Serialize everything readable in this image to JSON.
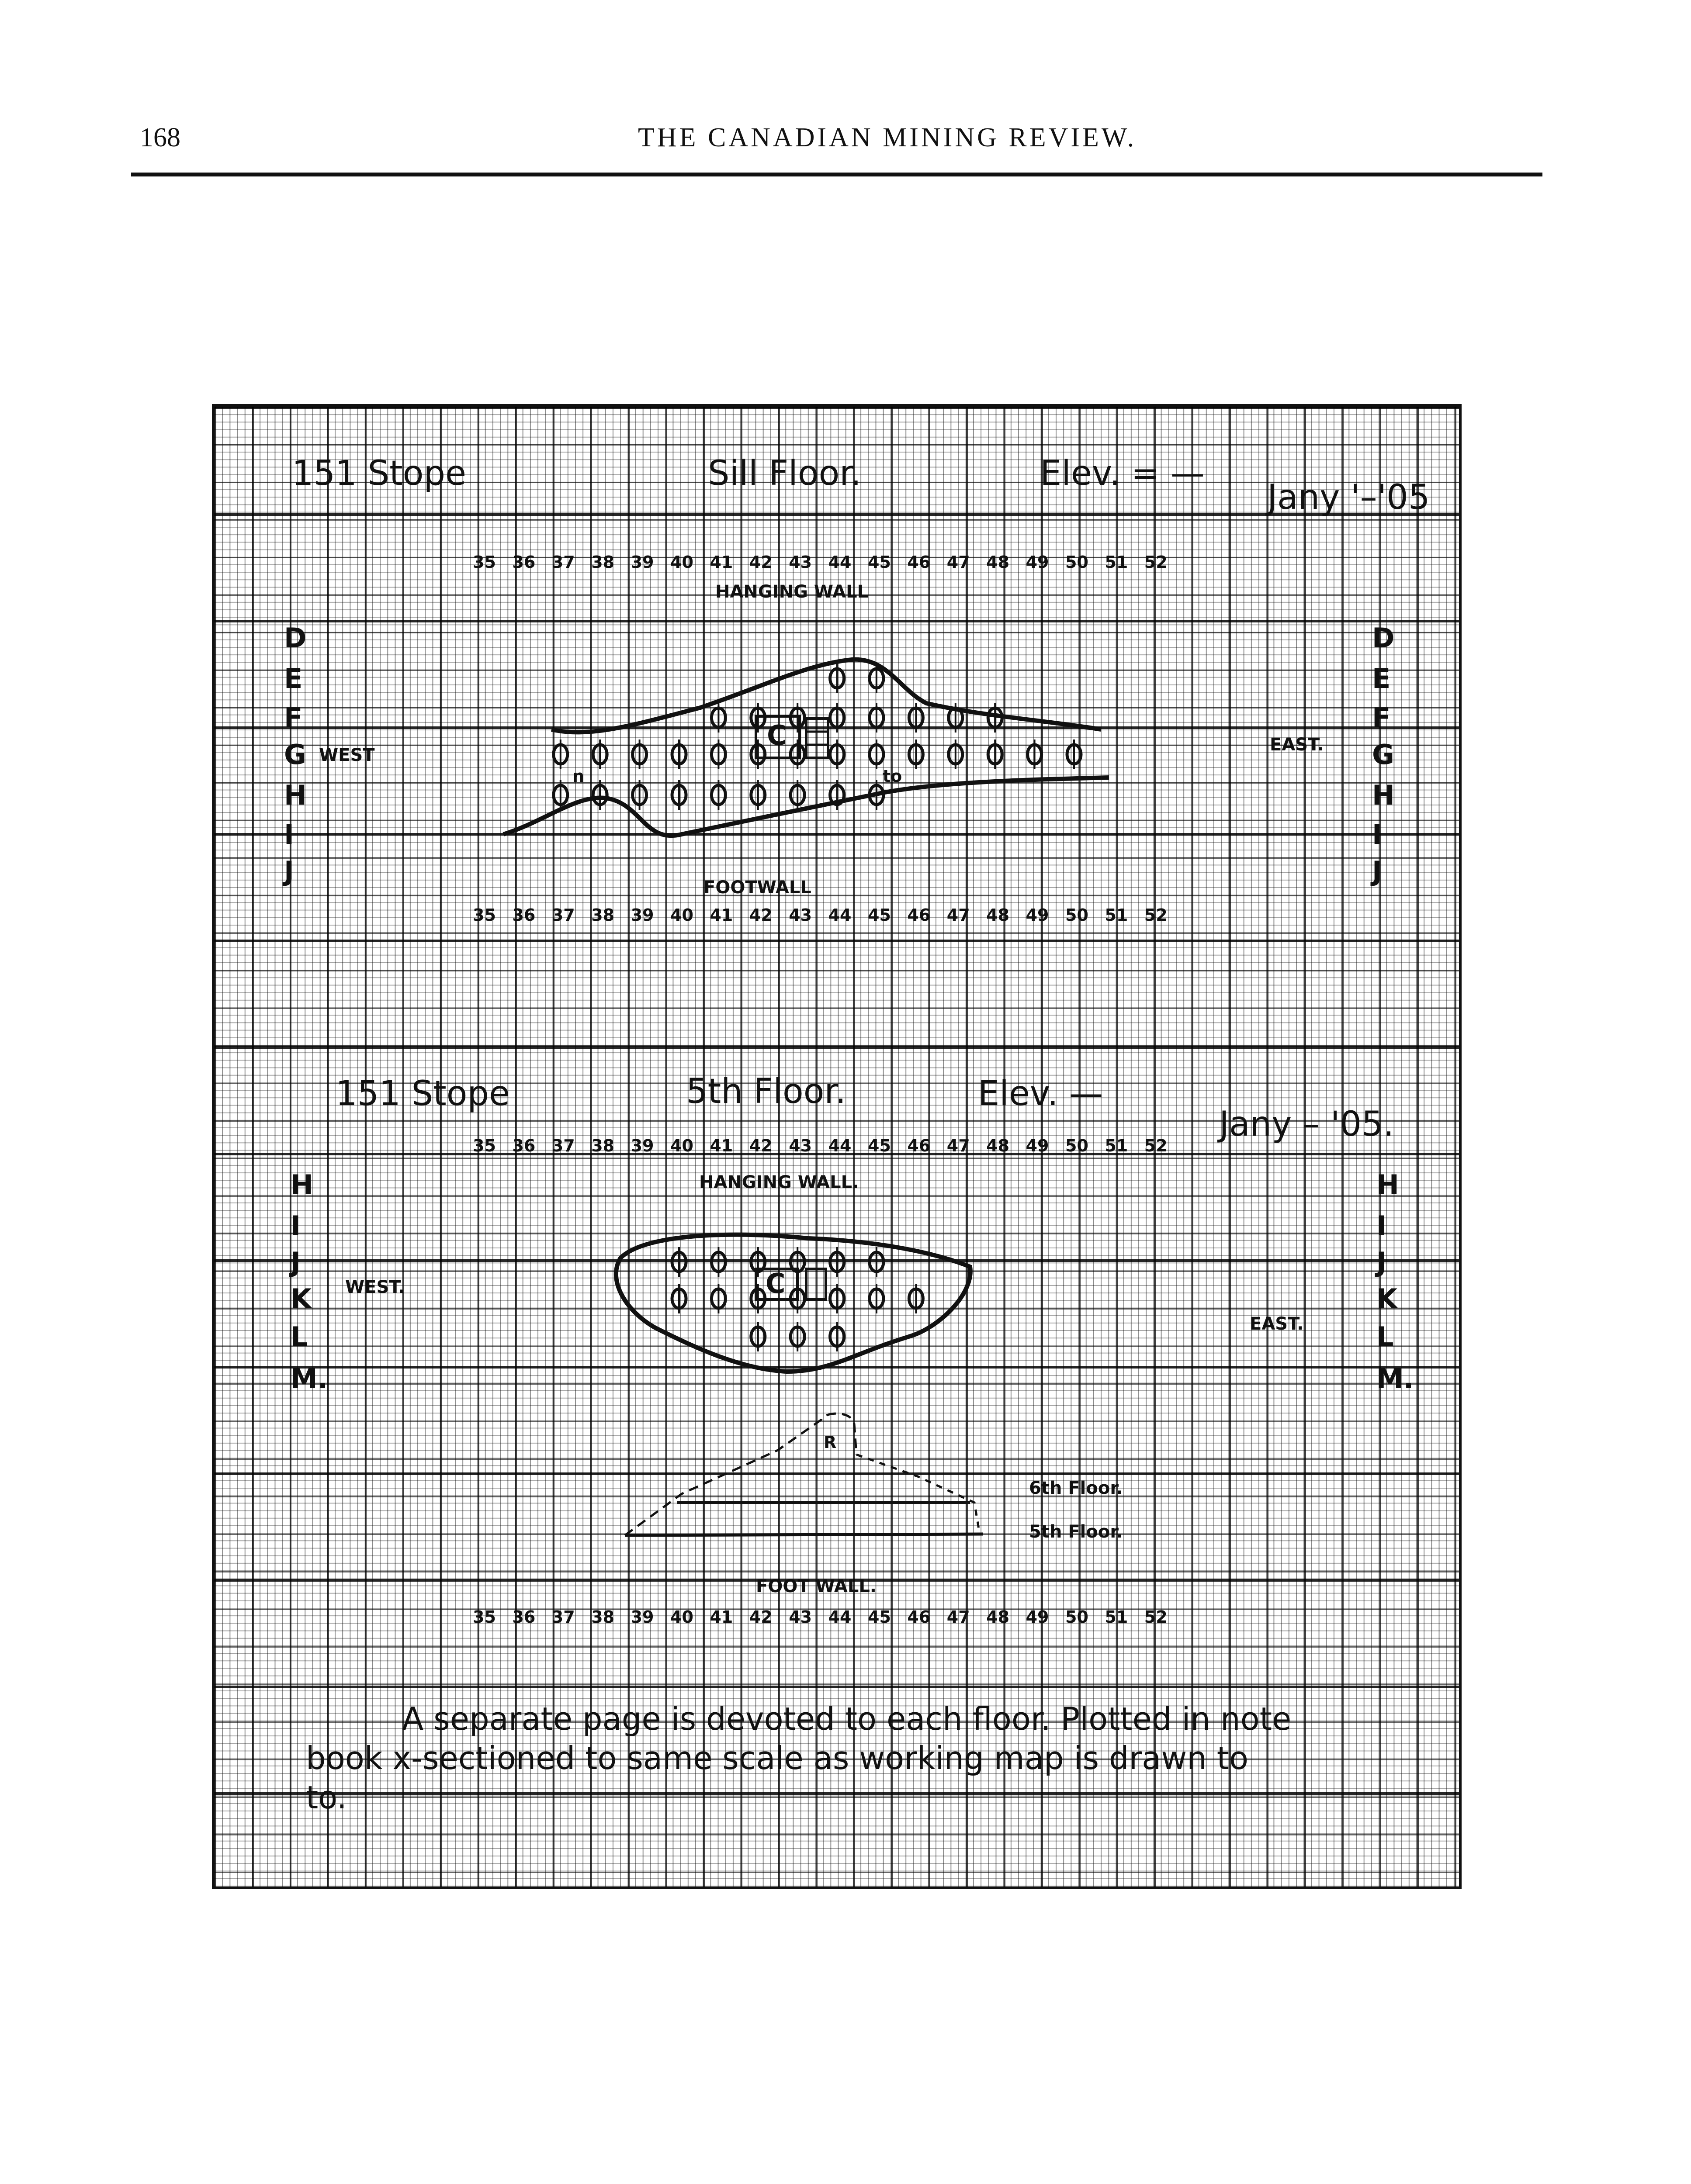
{
  "header": {
    "page_number": "168",
    "journal_title": "THE CANADIAN MINING REVIEW."
  },
  "sheet1": {
    "stope": "151 Stope",
    "floor": "Sill Floor.",
    "elev": "Elev. = —",
    "date": "Jany '–'05",
    "hanging_wall": "HANGING WALL",
    "foot_wall": "FOOTWALL",
    "west": "WEST",
    "east": "EAST.",
    "columns": [
      "35",
      "36",
      "37",
      "38",
      "39",
      "40",
      "41",
      "42",
      "43",
      "44",
      "45",
      "46",
      "47",
      "48",
      "49",
      "50",
      "51",
      "52"
    ],
    "rows": [
      "D",
      "E",
      "F",
      "G",
      "H",
      "I",
      "J"
    ],
    "holes": [
      {
        "row": "E",
        "cols": [
          44,
          45
        ]
      },
      {
        "row": "F",
        "cols": [
          41,
          42,
          43,
          44,
          45,
          46,
          47,
          48
        ]
      },
      {
        "row": "G",
        "cols": [
          37,
          38,
          39,
          40,
          41,
          42,
          43,
          44,
          45,
          46,
          47,
          48,
          49,
          50
        ]
      },
      {
        "row": "H",
        "cols": [
          37,
          38,
          39,
          40,
          41,
          42,
          43,
          44,
          45
        ]
      }
    ],
    "chute_label": "C",
    "marks": [
      "n",
      "to"
    ]
  },
  "sheet2": {
    "stope": "151 Stope",
    "floor": "5th Floor.",
    "elev": "Elev. —",
    "date": "Jany – '05.",
    "hanging_wall": "HANGING WALL.",
    "foot_wall": "FOOT WALL.",
    "west": "WEST.",
    "east": "EAST.",
    "columns": [
      "35",
      "36",
      "37",
      "38",
      "39",
      "40",
      "41",
      "42",
      "43",
      "44",
      "45",
      "46",
      "47",
      "48",
      "49",
      "50",
      "51",
      "52"
    ],
    "rows": [
      "H",
      "I",
      "J",
      "K",
      "L",
      "M."
    ],
    "holes": [
      {
        "row": "J",
        "cols": [
          40,
          41,
          42,
          43,
          44,
          45
        ]
      },
      {
        "row": "K",
        "cols": [
          40,
          41,
          42,
          43,
          44,
          45,
          46
        ]
      },
      {
        "row": "L",
        "cols": [
          42,
          43,
          44
        ]
      }
    ],
    "chute_label": "C",
    "section_label": "R",
    "floor6_label": "6th Floor.",
    "floor5_label": "5th Floor."
  },
  "note": {
    "line1": "A separate page is devoted to each floor. Plotted in note",
    "line2": "book x-sectioned to same scale as working map is drawn to",
    "line3": "to."
  }
}
